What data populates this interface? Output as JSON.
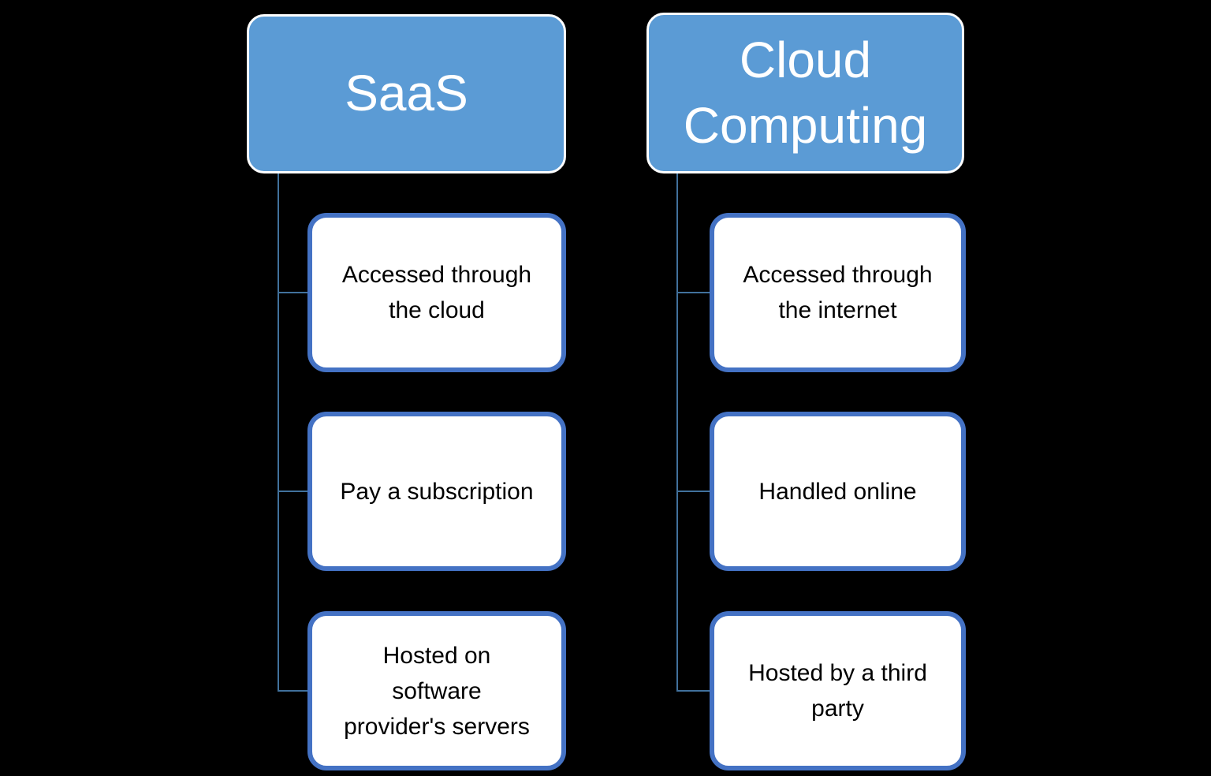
{
  "colors": {
    "background": "#000000",
    "header_fill": "#5B9BD5",
    "header_text": "#FFFFFF",
    "header_outline": "#FFFFFF",
    "child_fill": "#FFFFFF",
    "child_border": "#4472C4",
    "child_text": "#000000",
    "connector": "#41719C"
  },
  "diagram": {
    "type": "hierarchy",
    "columns": [
      {
        "title": "SaaS",
        "items": [
          {
            "text": "Accessed through\nthe cloud"
          },
          {
            "text": "Pay a subscription"
          },
          {
            "text": "Hosted on\nsoftware\nprovider's servers"
          }
        ]
      },
      {
        "title": "Cloud\nComputing",
        "items": [
          {
            "text": "Accessed through\nthe internet"
          },
          {
            "text": "Handled online"
          },
          {
            "text": "Hosted by a third\nparty"
          }
        ]
      }
    ]
  }
}
